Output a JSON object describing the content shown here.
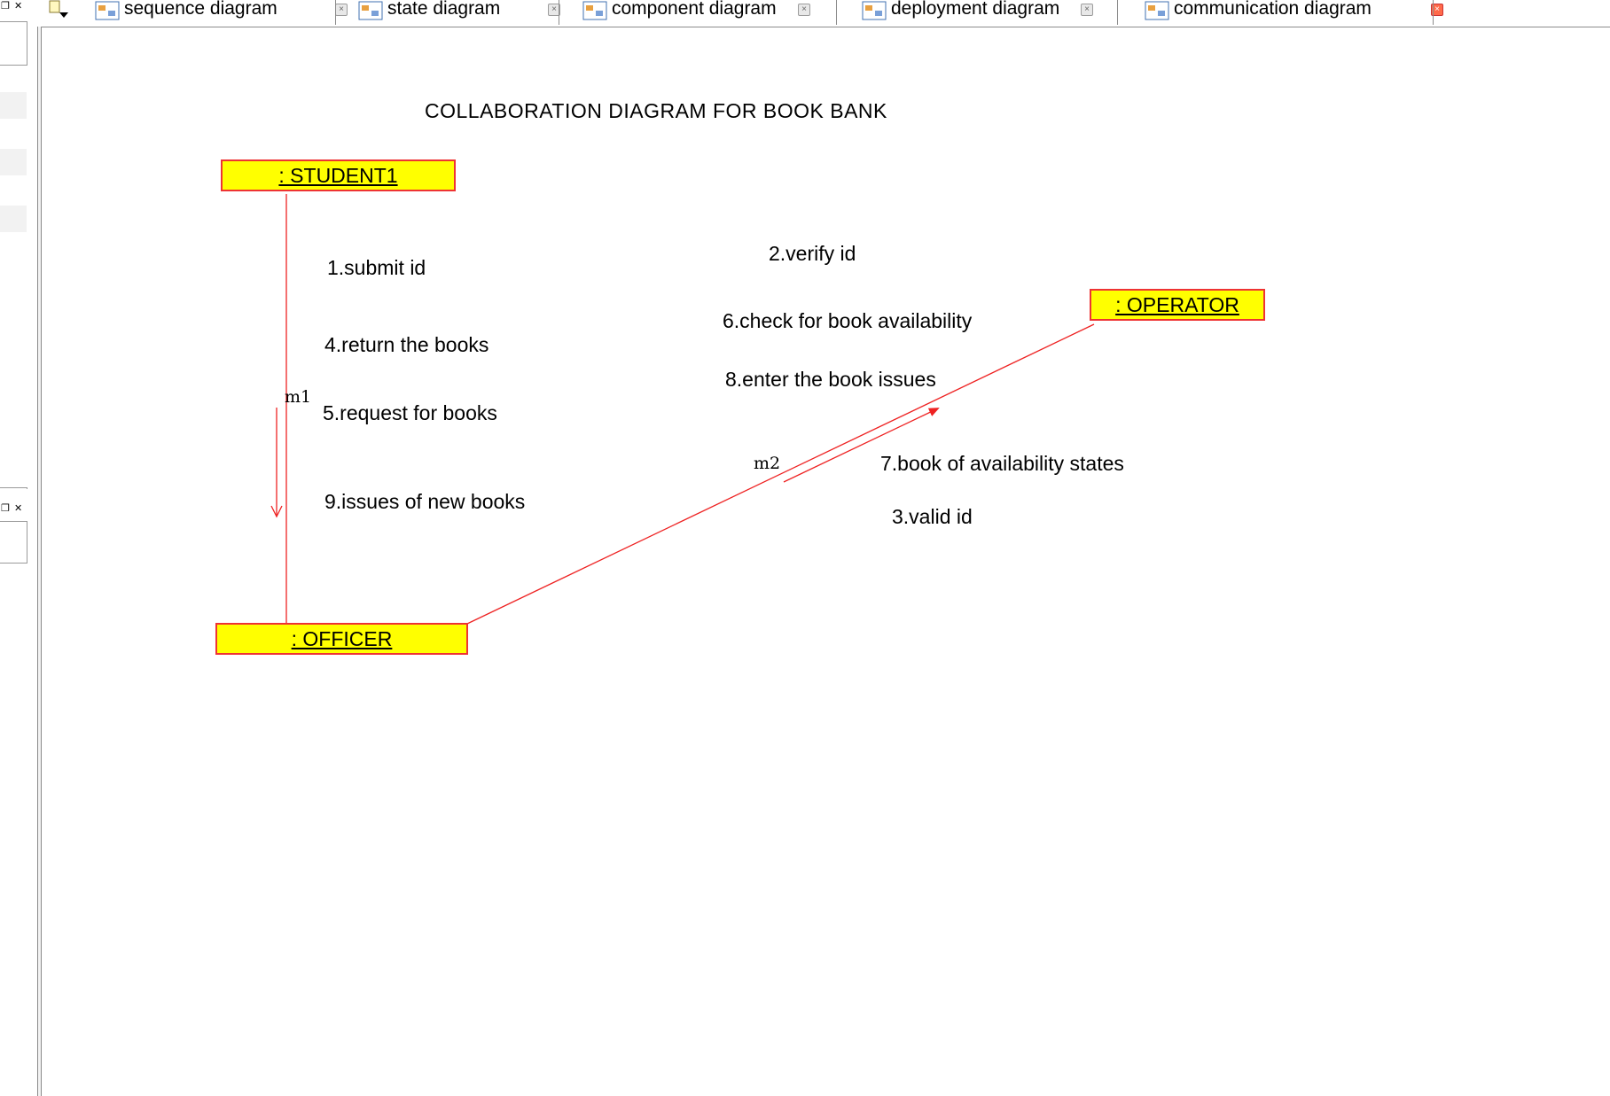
{
  "tabs": [
    {
      "label": "sequence diagram",
      "icon": "diagram-icon",
      "active": false
    },
    {
      "label": "state diagram",
      "icon": "diagram-icon",
      "active": false
    },
    {
      "label": "component diagram",
      "icon": "diagram-icon",
      "active": false
    },
    {
      "label": "deployment diagram",
      "icon": "diagram-icon",
      "active": false
    },
    {
      "label": "communication diagram",
      "icon": "diagram-icon",
      "active": true
    }
  ],
  "close_glyph": "×",
  "diagram": {
    "title": "COLLABORATION DIAGRAM FOR BOOK BANK",
    "objects": {
      "student": ": STUDENT1",
      "operator": ": OPERATOR",
      "officer": ": OFFICER"
    },
    "links": {
      "m1": "m1",
      "m2": "m2"
    },
    "messages": {
      "submit_id": "1.submit id",
      "return_books": "4.return the books",
      "request_books": "5.request for books",
      "issues_new_books": "9.issues of new books",
      "verify_id": "2.verify id",
      "check_availability": "6.check for book availability",
      "enter_issues": "8.enter the book issues",
      "availability_states": "7.book of availability states",
      "valid_id": "3.valid id"
    }
  },
  "colors": {
    "object_fill": "#ffff00",
    "object_border": "#ee3333",
    "link": "#ee2222"
  }
}
